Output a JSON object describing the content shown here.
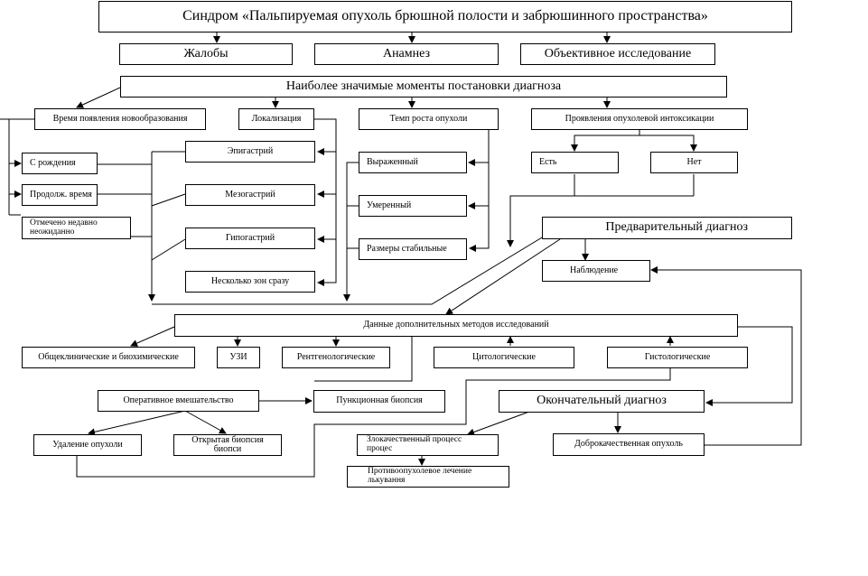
{
  "title": "Синдром «Пальпируемая опухоль брюшной полости и забрюшинного пространства»",
  "complaints": "Жалобы",
  "anamnesis": "Анамнез",
  "exam": "Объективное исследование",
  "key_moments": "Наиболее значимые моменты постановки диагноза",
  "time_appearance": "Время появления новообразования",
  "localization": "Локализация",
  "growth_rate": "Темп роста опухоли",
  "intoxication": "Проявления опухолевой интоксикации",
  "since_birth": "С рождения",
  "long_time": "Продолж. время",
  "recent_1": "Отмечено недавно",
  "recent_2": "неожиданно",
  "epigastrium": "Эпигастрий",
  "mesogastrium": "Мезогастрий",
  "hypogastrium": "Гипогастрий",
  "several_zones": "Несколько зон сразу",
  "expressed": "Выраженный",
  "moderate": "Умеренный",
  "stable_size": "Размеры стабильные",
  "yes": "Есть",
  "no": "Нет",
  "prelim_diag": "Предварительный диагноз",
  "observation": "Наблюдение",
  "extra_methods": "Данные дополнительных методов исследований",
  "clinical_bio": "Общеклинические и биохимические",
  "usi": "УЗИ",
  "xray": "Рентгенологические",
  "cytology": "Цитологические",
  "histology": "Гистологические",
  "surgery": "Оперативное вмешательство",
  "puncture": "Пункционная биопсия",
  "final_diag": "Окончательный диагноз",
  "removal": "Удаление опухоли",
  "open_biopsy_1": "Открытая биопсия",
  "open_biopsy_2": "биопси",
  "malignant_1": "Злокачественный процесс",
  "malignant_2": "процес",
  "benign": "Доброкачественная опухоль",
  "antitumor_1": "Противоопухолевое лечение",
  "antitumor_2": "лькування"
}
